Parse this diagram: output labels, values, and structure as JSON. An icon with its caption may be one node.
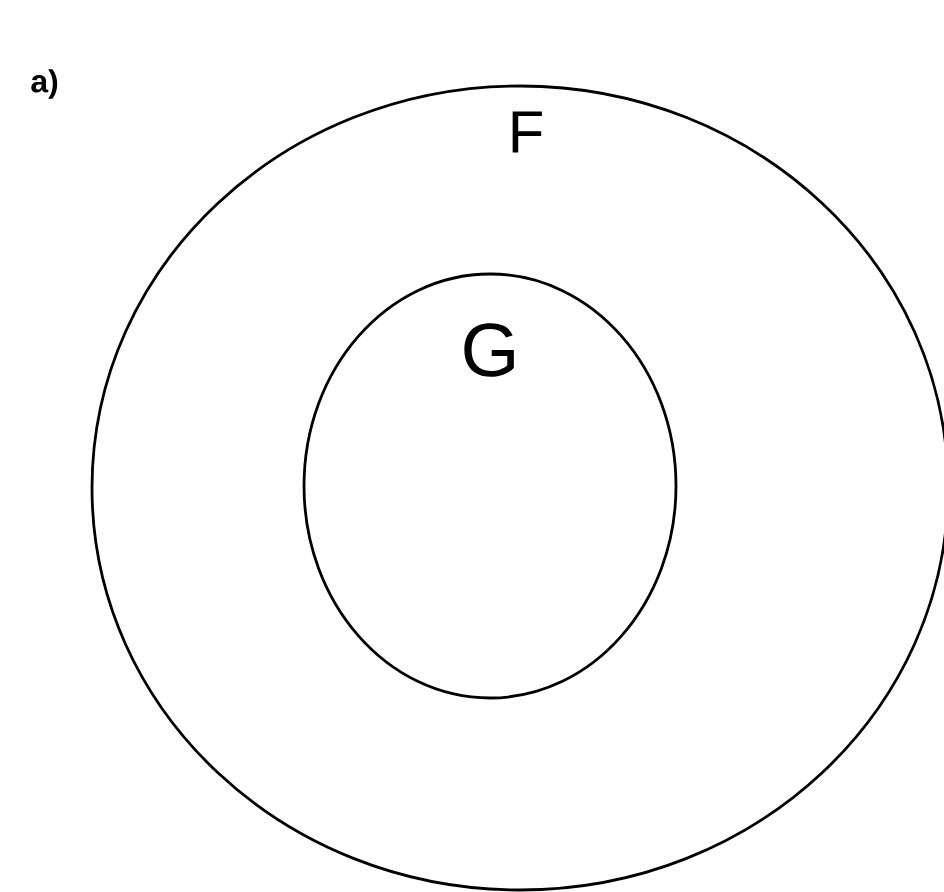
{
  "diagram": {
    "nodes": [
      {
        "text": [
          "F"
        ]
      },
      {
        "text": [
          "G"
        ],
        "in": 0
      }
    ],
    "labels": [
      "a)"
    ]
  }
}
